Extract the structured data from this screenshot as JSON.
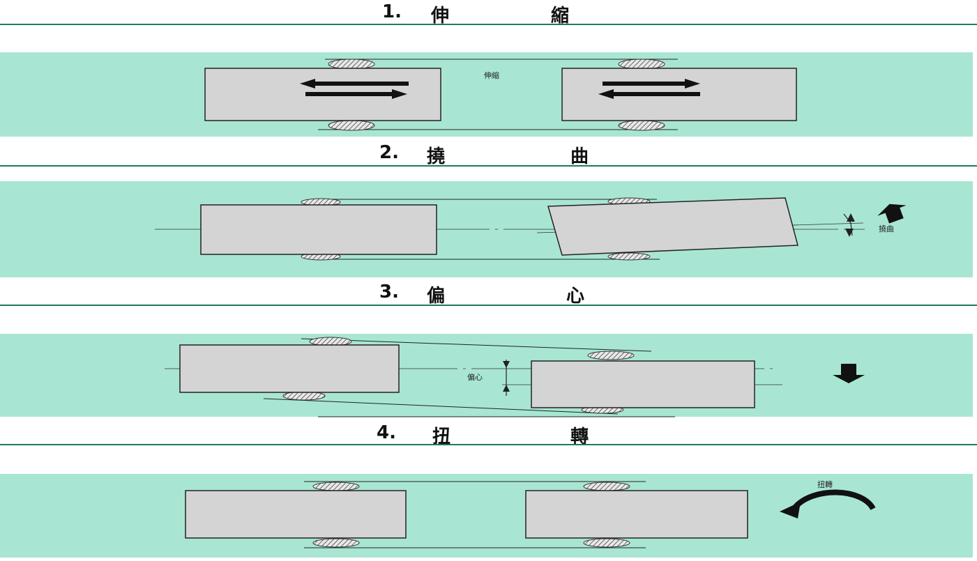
{
  "sections": [
    {
      "number": "1.",
      "char1": "伸",
      "char2": "縮",
      "label": "伸縮"
    },
    {
      "number": "2.",
      "char1": "撓",
      "char2": "曲",
      "label": "撓曲"
    },
    {
      "number": "3.",
      "char1": "偏",
      "char2": "心",
      "label": "偏心"
    },
    {
      "number": "4.",
      "char1": "扭",
      "char2": "轉",
      "label": "扭轉"
    }
  ],
  "colors": {
    "panel": "#a8e6d3",
    "block": "#d4d4d4",
    "rule": "#1e7a5e"
  }
}
